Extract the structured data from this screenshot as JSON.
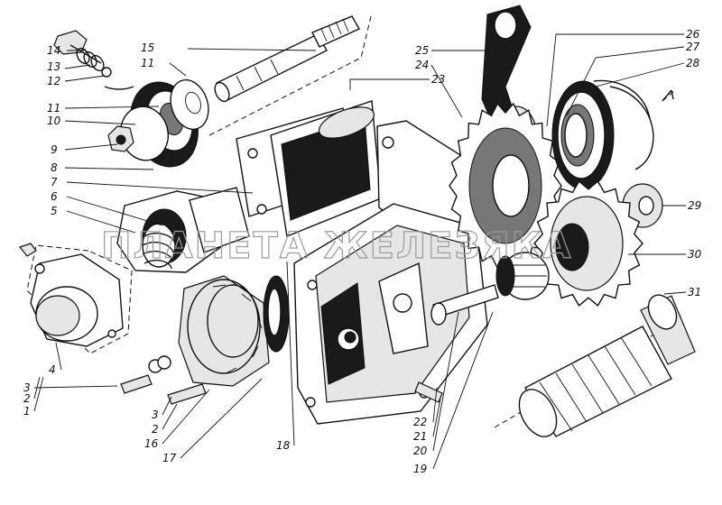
{
  "watermark": "ПЛАНЕТА ЖЕЛЕЗЯКА",
  "callouts": {
    "c1": "1",
    "c2a": "2",
    "c2b": "2",
    "c3a": "3",
    "c3b": "3",
    "c4": "4",
    "c5": "5",
    "c6": "6",
    "c7": "7",
    "c8": "8",
    "c9": "9",
    "c10": "10",
    "c11a": "11",
    "c11b": "11",
    "c12": "12",
    "c13": "13",
    "c14": "14",
    "c15": "15",
    "c16": "16",
    "c17": "17",
    "c18": "18",
    "c19": "19",
    "c20": "20",
    "c21": "21",
    "c22": "22",
    "c23": "23",
    "c24": "24",
    "c25": "25",
    "c26": "26",
    "c27": "27",
    "c28": "28",
    "c29": "29",
    "c30": "30",
    "c31": "31"
  }
}
